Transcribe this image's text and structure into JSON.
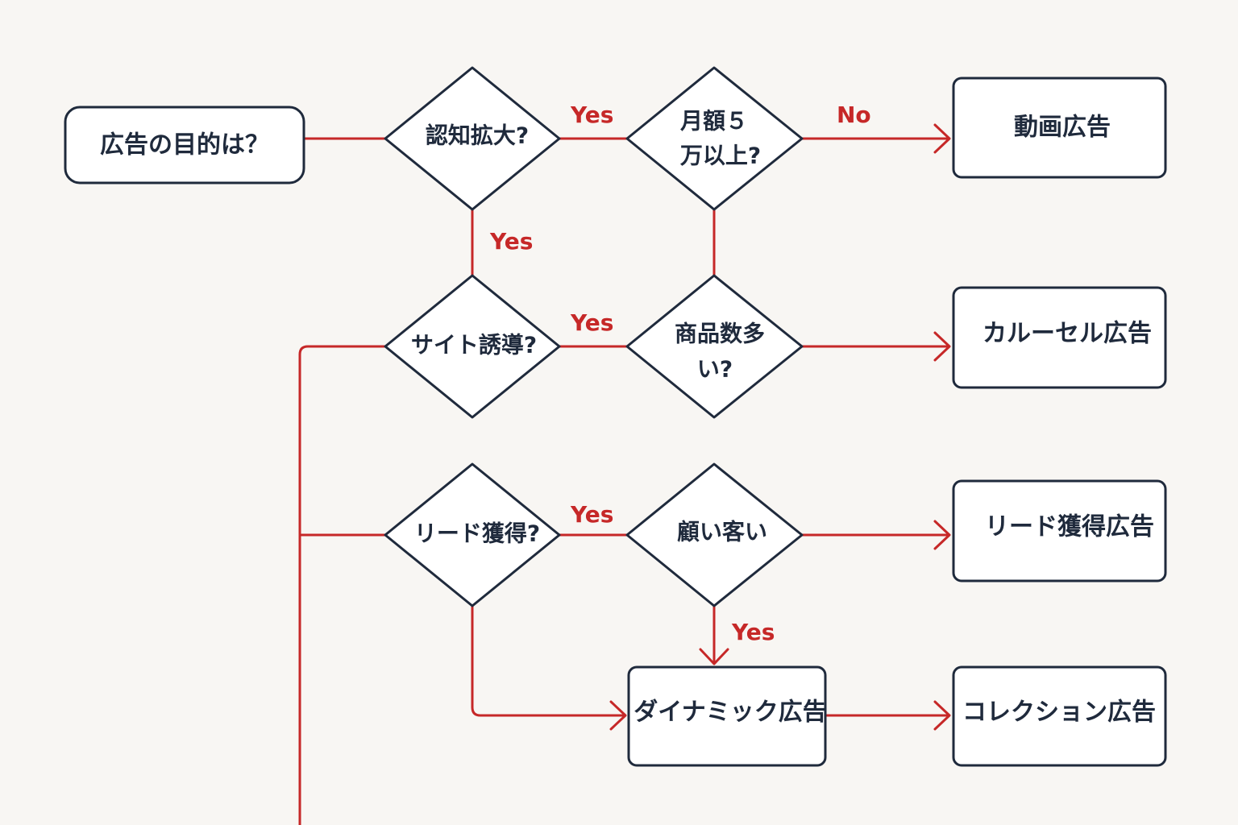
{
  "nodes": {
    "start": "広告の目的は？",
    "awareness": [
      "認知拡大?"
    ],
    "budget": [
      "月額５",
      "万以上?"
    ],
    "video": "動画広告",
    "site": [
      "サイト誘導?"
    ],
    "products": [
      "商品数多",
      "い?"
    ],
    "carousel": "カルーセル広告",
    "lead": [
      "リード獲得?"
    ],
    "retarget": [
      "顧い客い"
    ],
    "lead_ad": "リード獲得広告",
    "dynamic": "ダイナミック広告",
    "collection": "コレクション広告"
  },
  "edge_labels": {
    "awareness_budget": "Yes",
    "budget_video": "No",
    "awareness_site": "Yes",
    "site_products": "Yes",
    "lead_retarget": "Yes",
    "retarget_dynamic": "Yes"
  },
  "colors": {
    "edge": "#c62828",
    "node_stroke": "#1f2a3c",
    "background": "#f8f6f3"
  }
}
